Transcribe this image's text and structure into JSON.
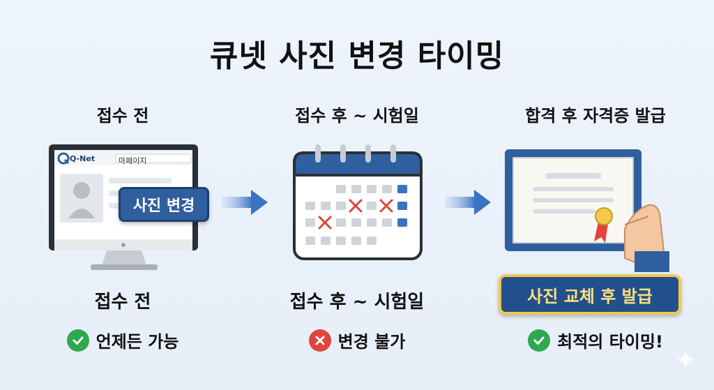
{
  "title": "큐넷 사진 변경 타이밍",
  "columns": [
    {
      "heading": "접수 전",
      "subheading": "접수 전",
      "status_text": "언제든 가능",
      "status_icon": "check-circle-icon"
    },
    {
      "heading": "접수 후 ~ 시험일",
      "subheading": "접수 후 ~ 시험일",
      "status_text": "변경 불가",
      "status_icon": "x-circle-icon"
    },
    {
      "heading": "합격 후 자격증 발급",
      "subheading": "",
      "status_text": "최적의 타이밍!",
      "status_icon": "check-circle-icon"
    }
  ],
  "monitor": {
    "logo_text": "Q-Net",
    "page_label": "마페이지",
    "button_label": "사진 변경"
  },
  "certificate": {
    "banner_label": "사진 교체 후 발급"
  },
  "colors": {
    "accent_blue": "#2f5f9e",
    "check_green": "#2fa84f",
    "cross_red": "#e0443c",
    "gold": "#f2c94c"
  }
}
